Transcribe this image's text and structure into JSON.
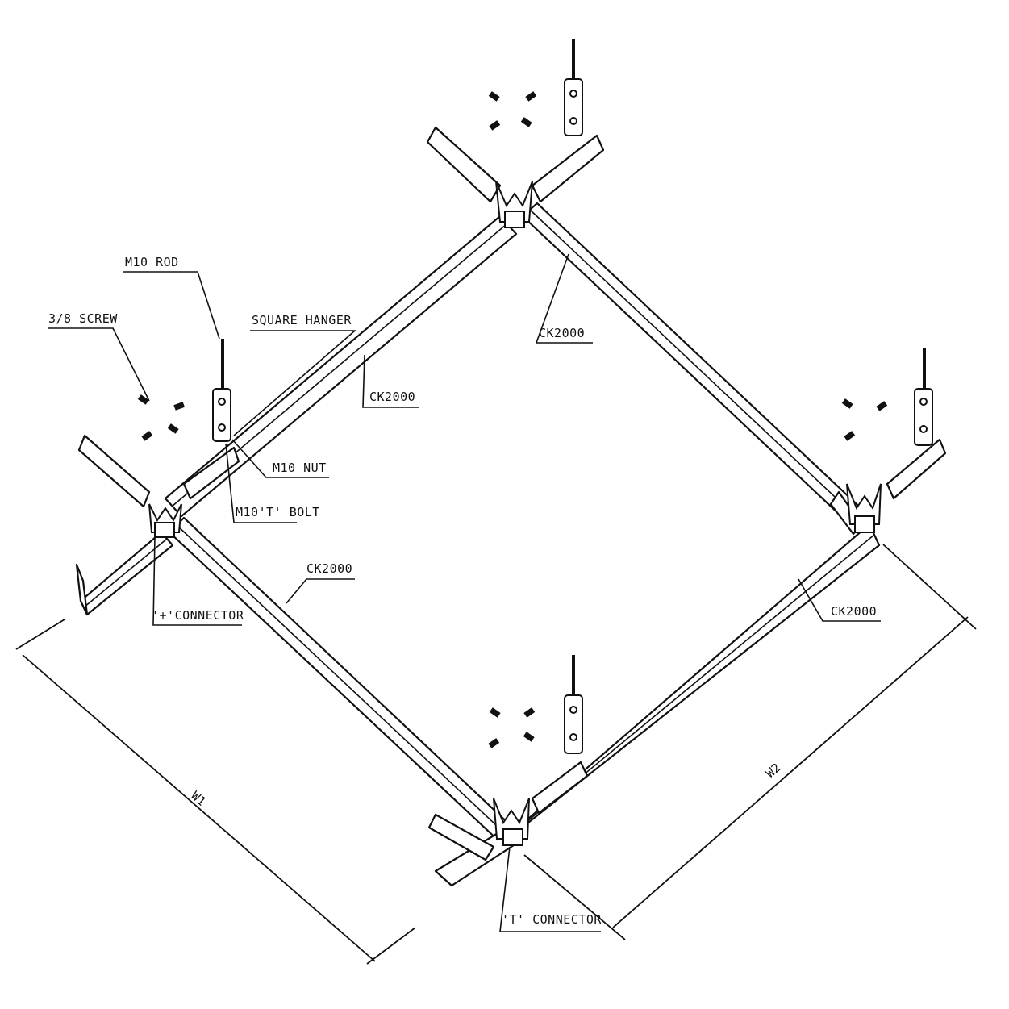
{
  "labels": {
    "m10_rod": "M10 ROD",
    "screw": "3/8 SCREW",
    "square_hanger": "SQUARE HANGER",
    "ck2000_top_right": "CK2000",
    "ck2000_left_upper": "CK2000",
    "m10_nut": "M10 NUT",
    "m10_t_bolt": "M10'T' BOLT",
    "ck2000_left_lower": "CK2000",
    "plus_connector": "'+'CONNECTOR",
    "ck2000_bottom_right": "CK2000",
    "t_connector": "'T' CONNECTOR"
  },
  "dimensions": {
    "w1": "W1",
    "w2": "W2"
  }
}
